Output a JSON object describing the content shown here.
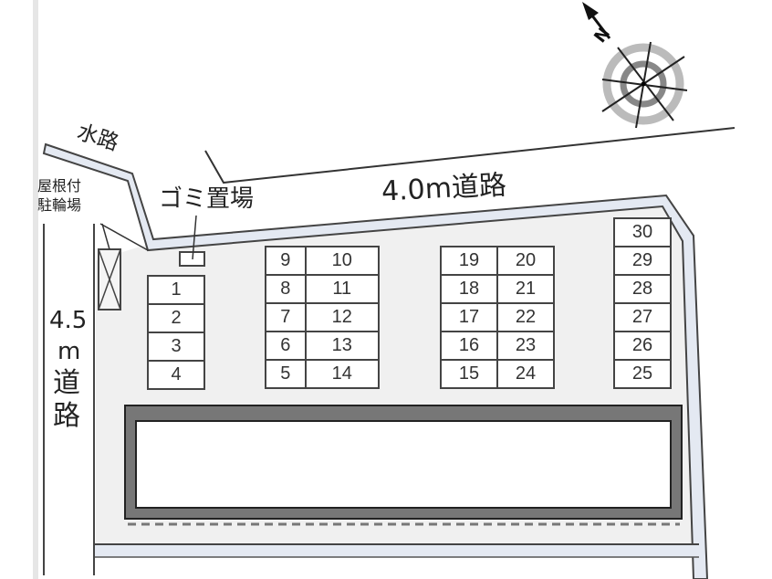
{
  "labels": {
    "waterway": "水路",
    "covered_bike_parking_line1": "屋根付",
    "covered_bike_parking_line2": "駐輪場",
    "garbage_area": "ゴミ置場",
    "north_road": "4.0m道路",
    "west_road_width": "4.5",
    "west_road_unit": "m",
    "west_road_char1": "道",
    "west_road_char2": "路"
  },
  "compass": {
    "north_label": "N"
  },
  "parking": {
    "block_a": [
      [
        "1"
      ],
      [
        "2"
      ],
      [
        "3"
      ],
      [
        "4"
      ]
    ],
    "block_b": [
      [
        "9",
        "10"
      ],
      [
        "8",
        "11"
      ],
      [
        "7",
        "12"
      ],
      [
        "6",
        "13"
      ],
      [
        "5",
        "14"
      ]
    ],
    "block_c": [
      [
        "19",
        "20"
      ],
      [
        "18",
        "21"
      ],
      [
        "17",
        "22"
      ],
      [
        "16",
        "23"
      ],
      [
        "15",
        "24"
      ]
    ],
    "block_d": [
      [
        "30"
      ],
      [
        "29"
      ],
      [
        "28"
      ],
      [
        "27"
      ],
      [
        "26"
      ],
      [
        "25"
      ]
    ]
  },
  "colors": {
    "lot_fill": "#f0f0f0",
    "road_fill": "#e4e9f2",
    "line": "#444444",
    "building_wall": "#777777"
  }
}
